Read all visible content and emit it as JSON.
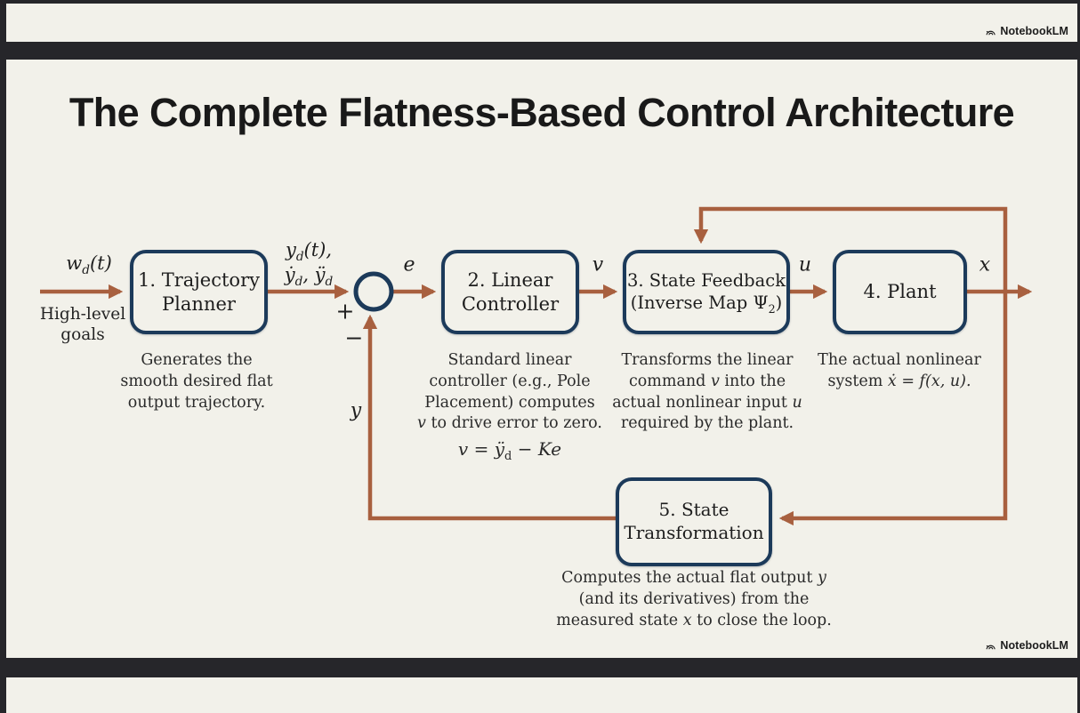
{
  "brand": {
    "name": "NotebookLM"
  },
  "slide": {
    "title": "The Complete Flatness-Based Control Architecture"
  },
  "signals": {
    "w_base": "w",
    "w_sub": "d",
    "w_args": "(t)",
    "input_caption_l1": "High-level",
    "input_caption_l2": "goals",
    "yd_l1_base": "y",
    "yd_l1_sub": "d",
    "yd_l1_rest": "(t),",
    "yd_l2_p1": "ẏ",
    "yd_l2_s1": "d",
    "yd_l2_comma": ", ",
    "yd_l2_p2": "ÿ",
    "yd_l2_s2": "d",
    "e": "e",
    "v": "v",
    "u": "u",
    "x": "x",
    "y": "y",
    "plus": "+",
    "minus": "−"
  },
  "blocks": {
    "b1": {
      "l1": "1. Trajectory",
      "l2": "Planner"
    },
    "b2": {
      "l1": "2. Linear",
      "l2": "Controller"
    },
    "b3": {
      "l1": "3. State Feedback",
      "l2a": "(Inverse Map ",
      "l2_psi": "Ψ",
      "l2_sub": "2",
      "l2b": ")"
    },
    "b4": {
      "l1": "4. Plant"
    },
    "b5": {
      "l1": "5. State",
      "l2": "Transformation"
    }
  },
  "descs": {
    "d1": {
      "l1": "Generates the",
      "l2": "smooth desired flat",
      "l3": "output trajectory."
    },
    "d2": {
      "l1": "Standard linear",
      "l2": "controller (e.g., Pole",
      "l3": "Placement) computes",
      "l4a": "v",
      "l4b": " to drive error to zero.",
      "f_v": "v",
      "f_eq": " = ",
      "f_y": "ÿ",
      "f_sub": "d",
      "f_minus": " − ",
      "f_ke": "Ke"
    },
    "d3": {
      "l1": "Transforms the linear",
      "l2a": "command ",
      "l2b": "v",
      "l2c": " into the",
      "l3a": "actual nonlinear input ",
      "l3b": "u",
      "l4": "required by the plant."
    },
    "d4": {
      "l1": "The actual nonlinear",
      "l2a": "system ",
      "l2b": "ẋ = f(x, u)."
    },
    "d5": {
      "l1a": "Computes the actual flat output ",
      "l1b": "y",
      "l2": "(and its derivatives) from the",
      "l3a": "measured state ",
      "l3b": "x",
      "l3c": " to close the loop."
    }
  },
  "colors": {
    "arrow": "#a8603f",
    "box_border": "#1c3a5a",
    "slide_bg": "#f2f1ea",
    "page_bg": "#26262a",
    "text": "#1e1e1e"
  }
}
